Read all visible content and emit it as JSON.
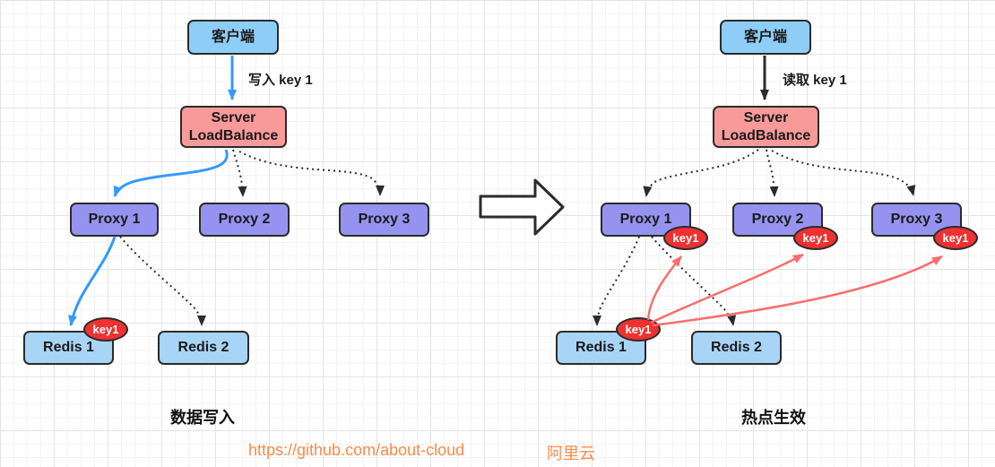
{
  "left_panel": {
    "client": "客户端",
    "edge_label": "写入 key 1",
    "lb": {
      "line1": "Server",
      "line2": "LoadBalance"
    },
    "proxies": [
      "Proxy 1",
      "Proxy 2",
      "Proxy 3"
    ],
    "redis": [
      "Redis 1",
      "Redis 2"
    ],
    "caption": "数据写入"
  },
  "right_panel": {
    "client": "客户端",
    "edge_label": "读取 key 1",
    "lb": {
      "line1": "Server",
      "line2": "LoadBalance"
    },
    "proxies": [
      "Proxy 1",
      "Proxy 2",
      "Proxy 3"
    ],
    "redis": [
      "Redis 1",
      "Redis 2"
    ],
    "caption": "热点生效"
  },
  "badge": {
    "label": "key1"
  },
  "footer": {
    "url": "https://github.com/about-cloud",
    "brand": "阿里云"
  },
  "colors": {
    "client_blue": "#8ECDF6",
    "redis_blue": "#A8D4F6",
    "proxy_purple": "#9693F0",
    "loadbalance_pink": "#F89A9A",
    "badge_red": "#F03131",
    "arrow_blue": "#3399FF",
    "arrow_red": "#FA6D6D",
    "arrow_black": "#2B2B2B",
    "footer_orange": "#FA8C4A"
  }
}
